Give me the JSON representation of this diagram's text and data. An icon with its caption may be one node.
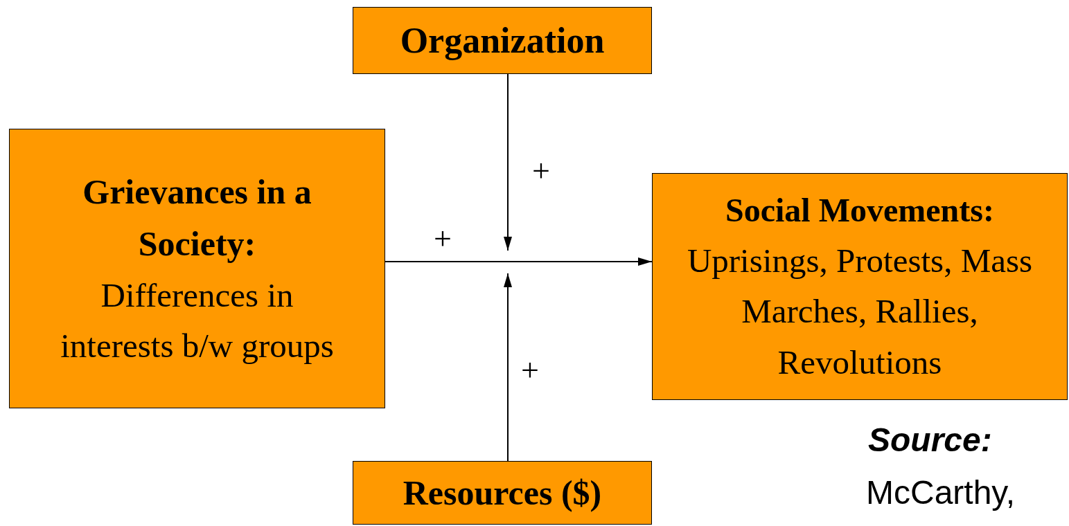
{
  "diagram": {
    "nodes": [
      {
        "text": [
          "Organization"
        ]
      },
      {
        "text": [
          "Grievances in a Society:",
          "Differences in interests b/w groups"
        ]
      },
      {
        "text": [
          "Social Movements:",
          "Uprisings, Protests, Mass Marches, Rallies, Revolutions"
        ]
      },
      {
        "text": [
          "Resources ($)"
        ]
      }
    ],
    "edges": [
      {
        "from": 1,
        "to": 2,
        "arrow": "to",
        "label": "+"
      },
      {
        "from": 0,
        "to": null,
        "arrow": "to",
        "label": "+"
      },
      {
        "from": 3,
        "to": null,
        "arrow": "to",
        "label": "+"
      }
    ],
    "labels": [
      "Source:",
      "McCarthy,"
    ]
  }
}
